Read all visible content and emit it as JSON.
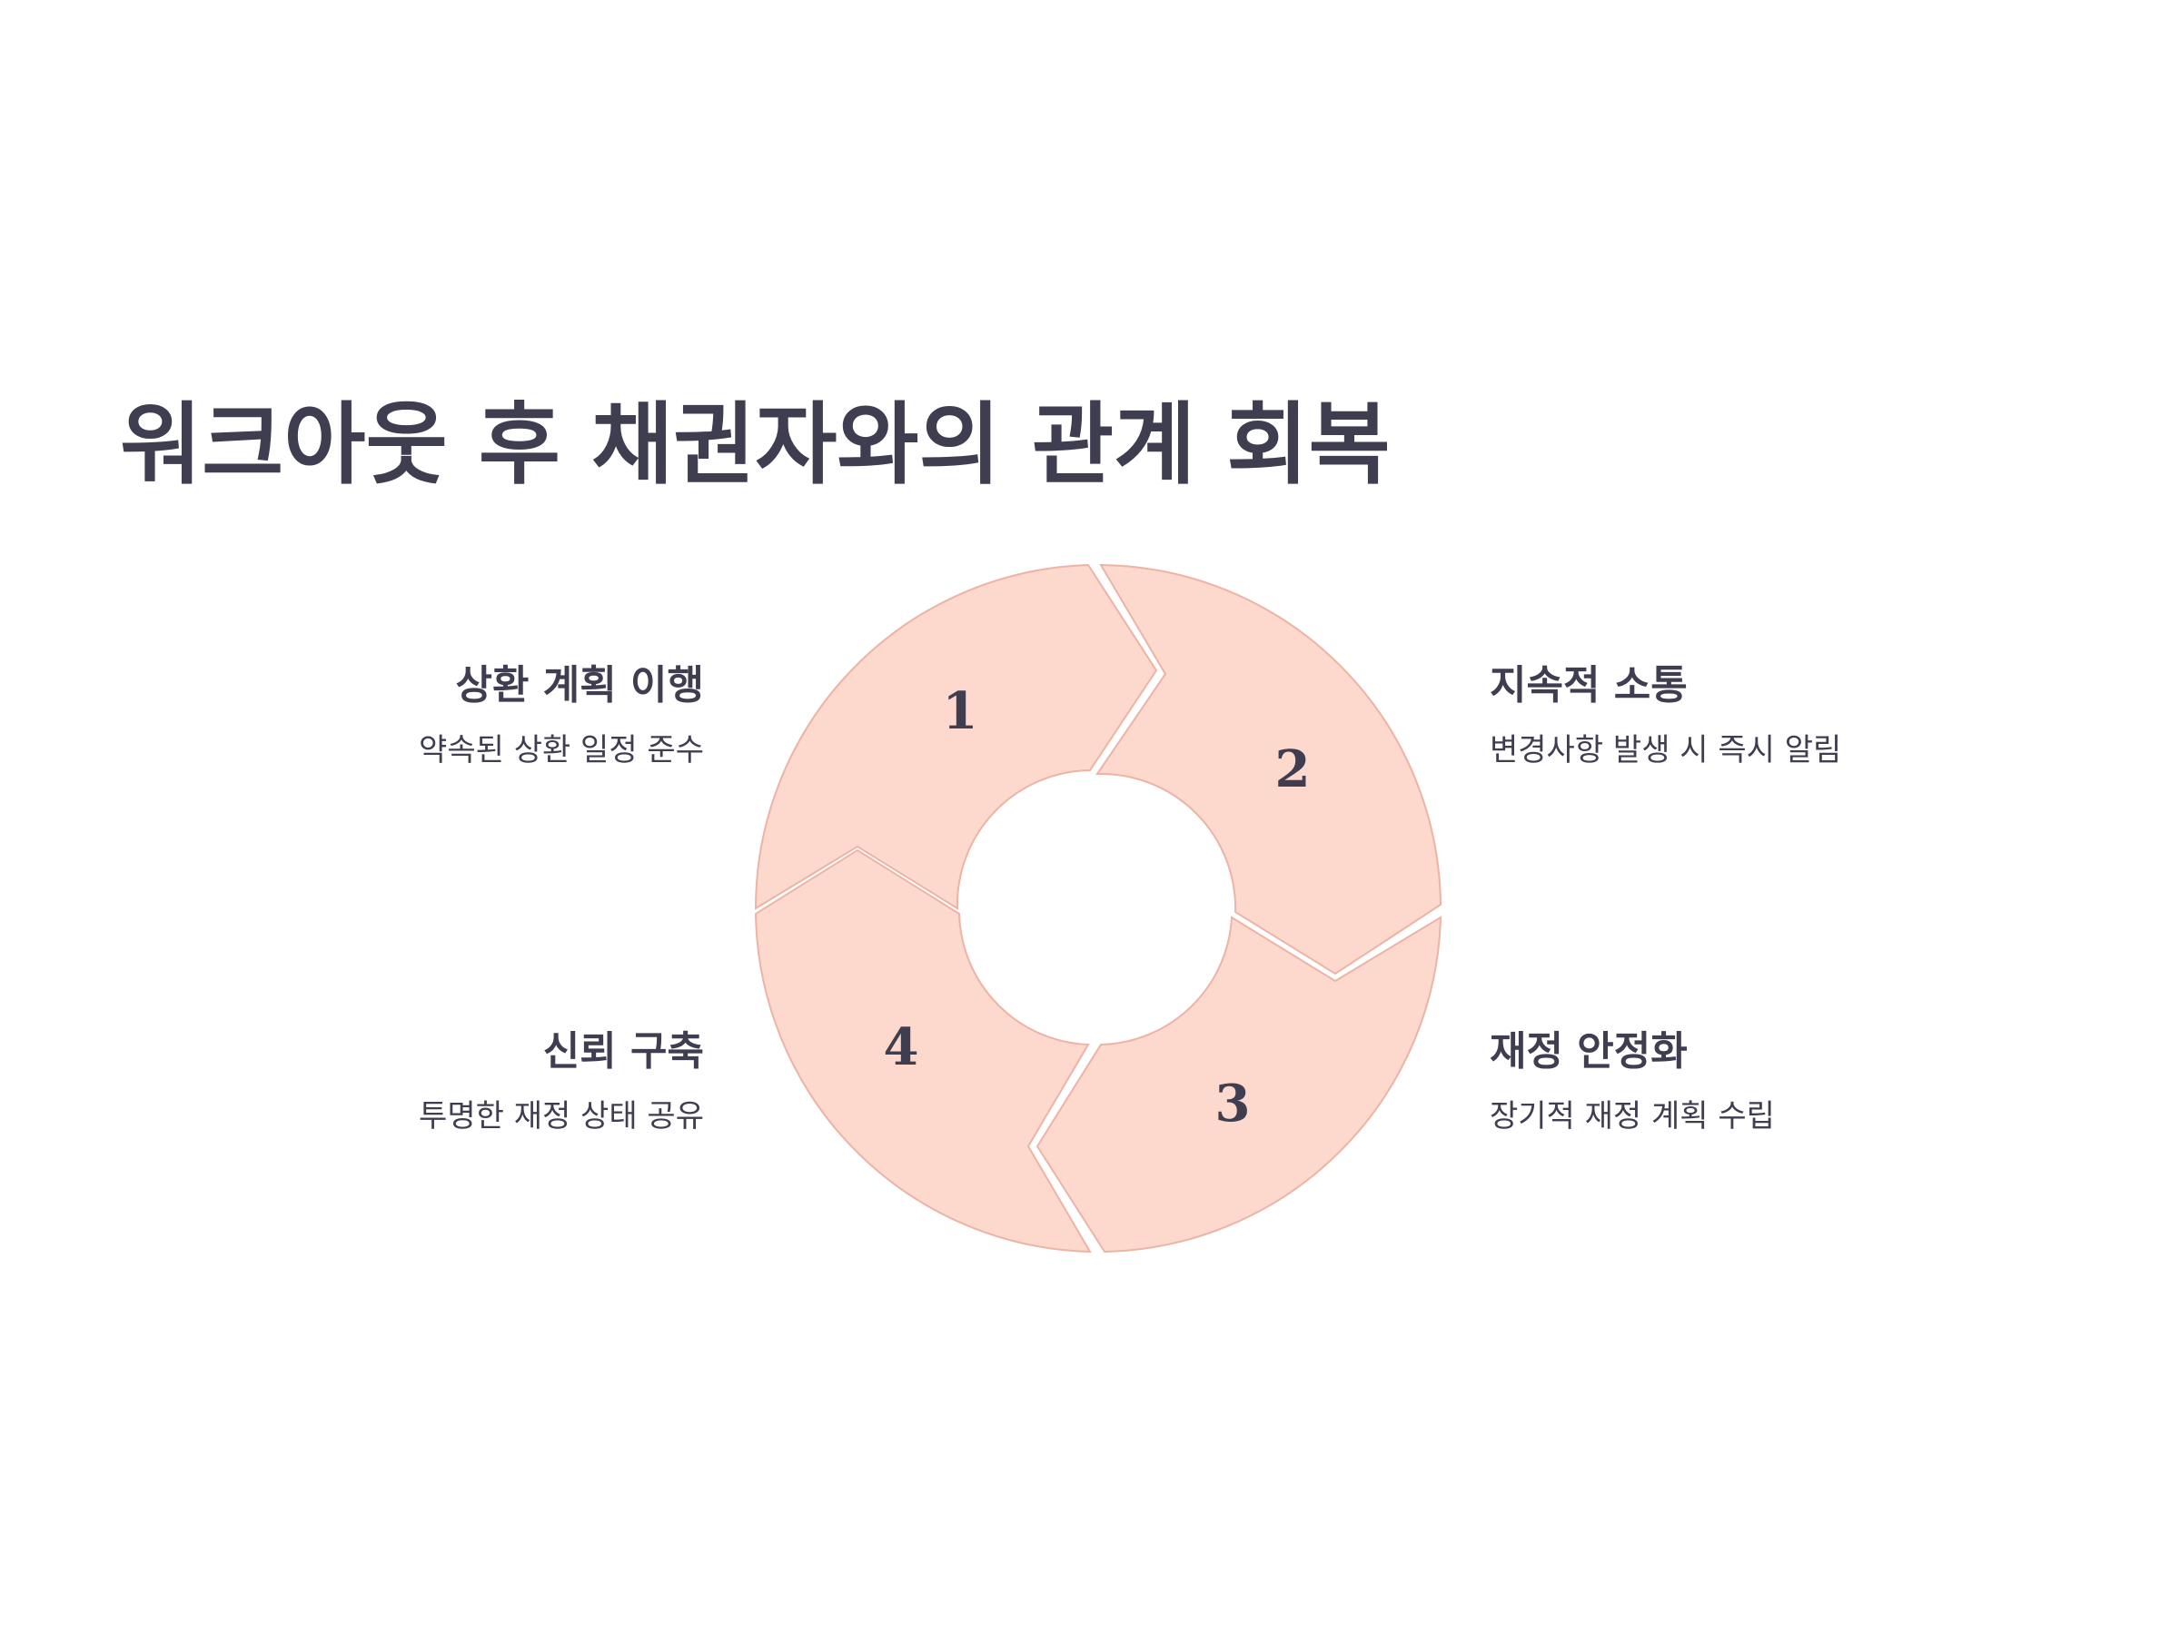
{
  "title": "워크아웃 후 채권자와의 관계 회복",
  "colors": {
    "segment_fill": "#fdd8cc",
    "segment_stroke": "#ecb3a6",
    "text": "#3f3d50",
    "background": "#ffffff"
  },
  "steps": [
    {
      "number": "1",
      "title": "상환 계획 이행",
      "description": "약속된 상환 일정 준수"
    },
    {
      "number": "2",
      "title": "지속적 소통",
      "description": "변경사항 발생 시 즉시 알림"
    },
    {
      "number": "3",
      "title": "재정 안정화",
      "description": "장기적 재정 계획 수립"
    },
    {
      "number": "4",
      "title": "신뢰 구축",
      "description": "투명한 재정 상태 공유"
    }
  ]
}
